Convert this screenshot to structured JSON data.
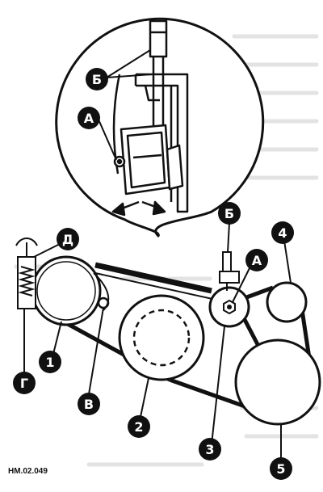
{
  "diagram": {
    "callouts": {
      "zoom_b": "Б",
      "zoom_a": "А",
      "main_d": "Д",
      "main_b": "Б",
      "main_a": "А",
      "main_g": "Г",
      "main_v": "В",
      "num_1": "1",
      "num_2": "2",
      "num_3": "3",
      "num_4": "4",
      "num_5": "5"
    },
    "figure_code": "HM.02.049",
    "colors": {
      "ink": "#111111",
      "paper": "#ffffff",
      "background_text": "#d9d9d9"
    }
  }
}
